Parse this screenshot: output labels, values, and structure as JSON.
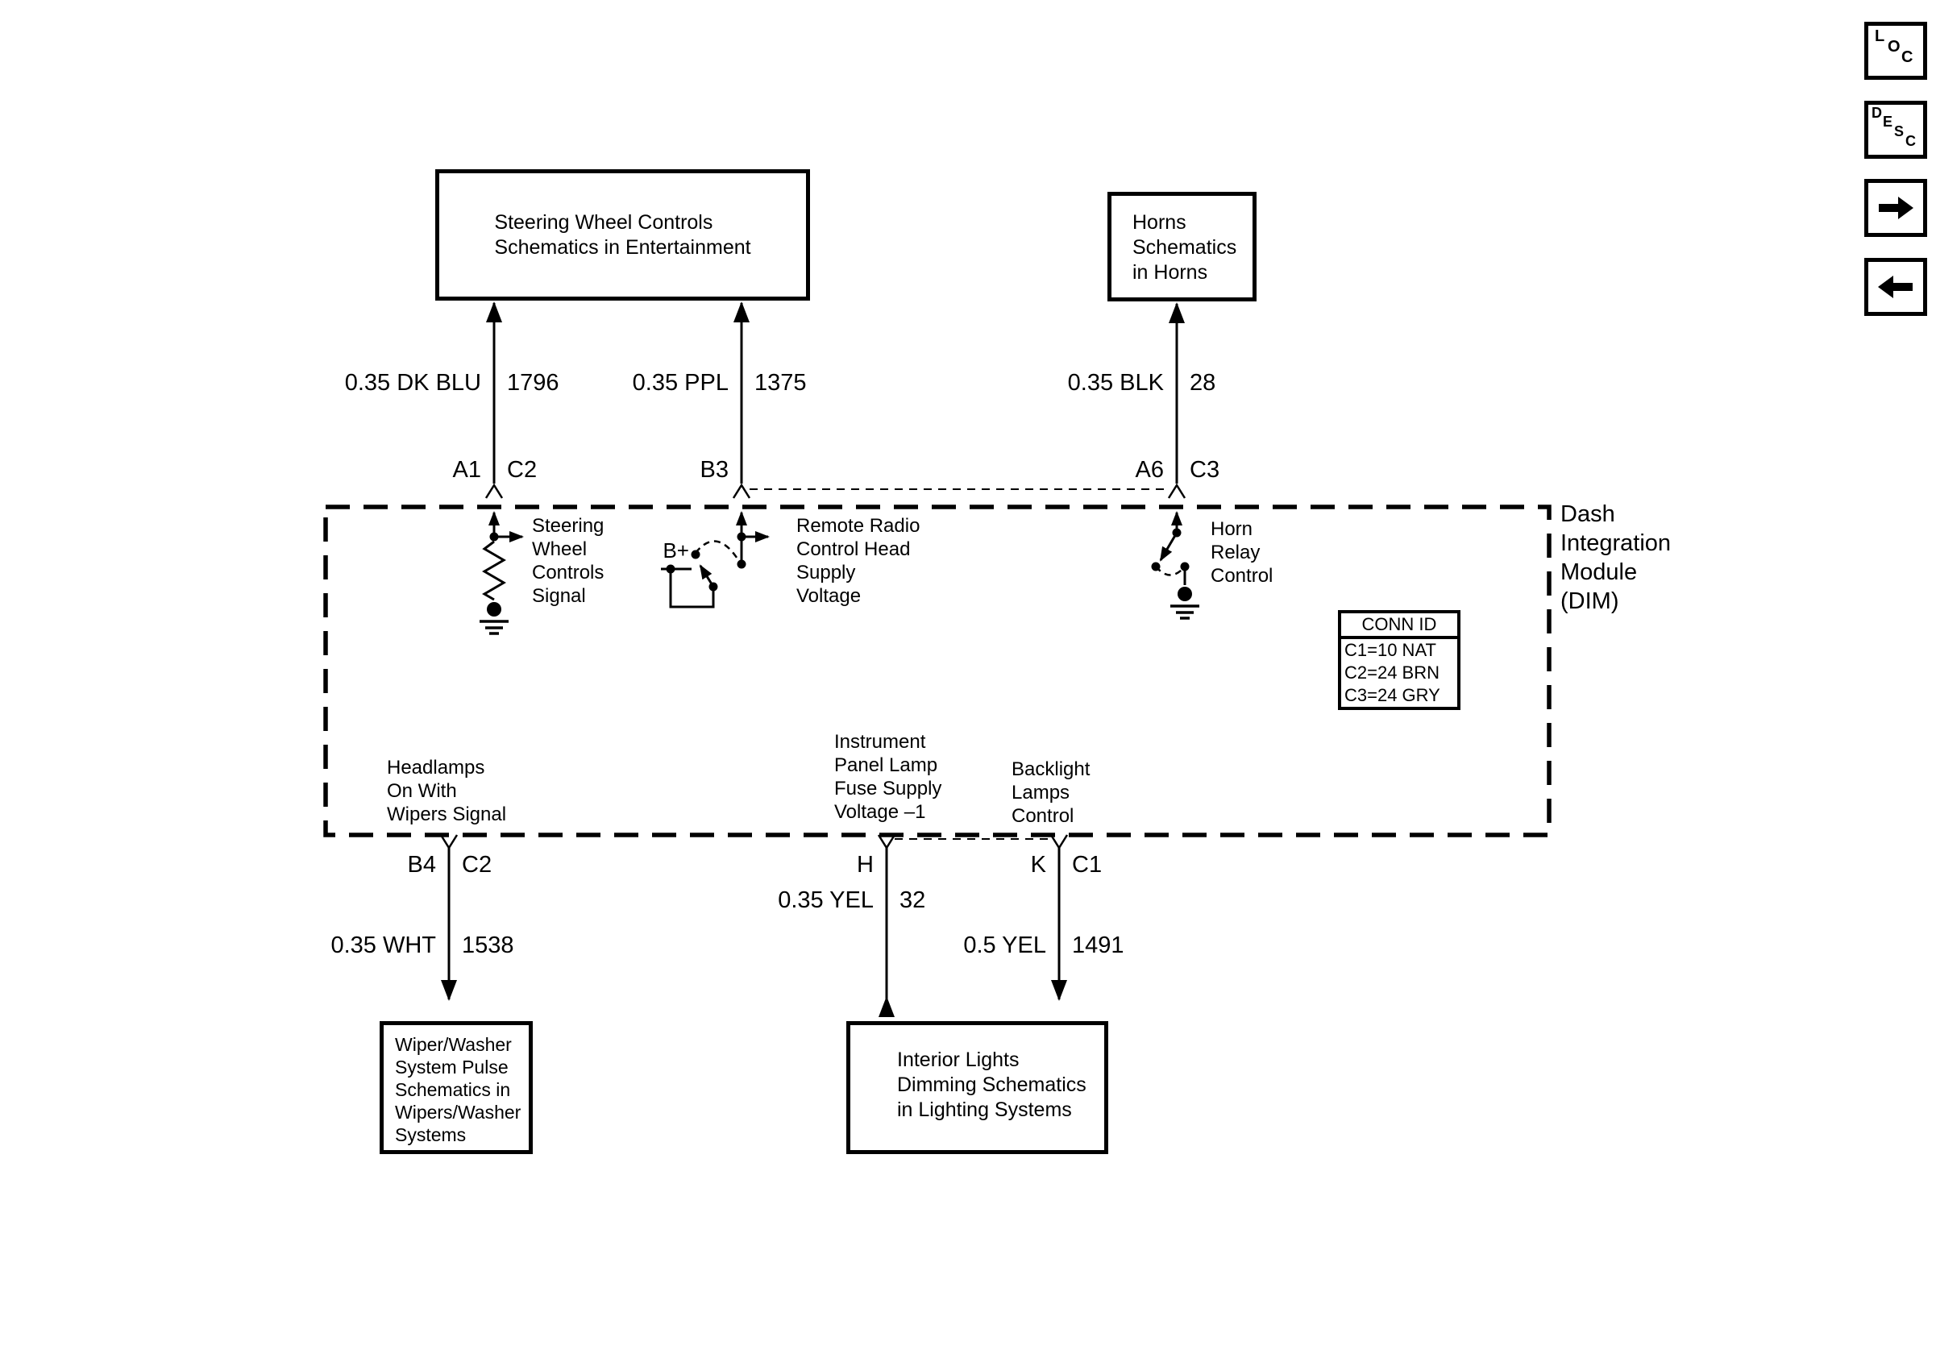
{
  "nav": {
    "loc_letters": [
      "L",
      "O",
      "C"
    ],
    "desc_letters": [
      "D",
      "E",
      "S",
      "C"
    ]
  },
  "ref_boxes": {
    "steering": {
      "lines": [
        "Steering Wheel Controls",
        "Schematics in Entertainment"
      ]
    },
    "horns": {
      "lines": [
        "Horns",
        "Schematics",
        "in Horns"
      ]
    },
    "wiper": {
      "lines": [
        "Wiper/Washer",
        "System Pulse",
        "Schematics in",
        "Wipers/Washer",
        "Systems"
      ]
    },
    "interior": {
      "lines": [
        "Interior Lights",
        "Dimming Schematics",
        "in Lighting Systems"
      ]
    }
  },
  "wires": {
    "steering_signal": {
      "spec": "0.35 DK BLU",
      "circuit": "1796",
      "pin": "A1",
      "connector": "C2"
    },
    "radio_supply": {
      "spec": "0.35 PPL",
      "circuit": "1375",
      "pin": "B3"
    },
    "horn_control": {
      "spec": "0.35 BLK",
      "circuit": "28",
      "pin": "A6",
      "connector": "C3"
    },
    "headlamps_wipers": {
      "spec": "0.35 WHT",
      "circuit": "1538",
      "pin": "B4",
      "connector": "C2"
    },
    "panel_lamp_fuse": {
      "spec": "0.35 YEL",
      "circuit": "32",
      "pin": "H"
    },
    "backlight_control": {
      "spec": "0.5 YEL",
      "circuit": "1491",
      "pin": "K",
      "connector": "C1"
    }
  },
  "module": {
    "name_lines": [
      "Dash",
      "Integration",
      "Module",
      "(DIM)"
    ],
    "b_plus": "B+",
    "signals": {
      "steering": [
        "Steering",
        "Wheel",
        "Controls",
        "Signal"
      ],
      "remote_radio": [
        "Remote Radio",
        "Control Head",
        "Supply",
        "Voltage"
      ],
      "horn_relay": [
        "Horn",
        "Relay",
        "Control"
      ],
      "headlamps": [
        "Headlamps",
        "On With",
        "Wipers Signal"
      ],
      "instrument_panel": [
        "Instrument",
        "Panel Lamp",
        "Fuse Supply",
        "Voltage –1"
      ],
      "backlight": [
        "Backlight",
        "Lamps",
        "Control"
      ]
    },
    "conn_id": {
      "header": "CONN ID",
      "rows": [
        "C1=10 NAT",
        "C2=24 BRN",
        "C3=24 GRY"
      ]
    }
  },
  "colors": {
    "line": "#000000",
    "background": "#ffffff"
  }
}
